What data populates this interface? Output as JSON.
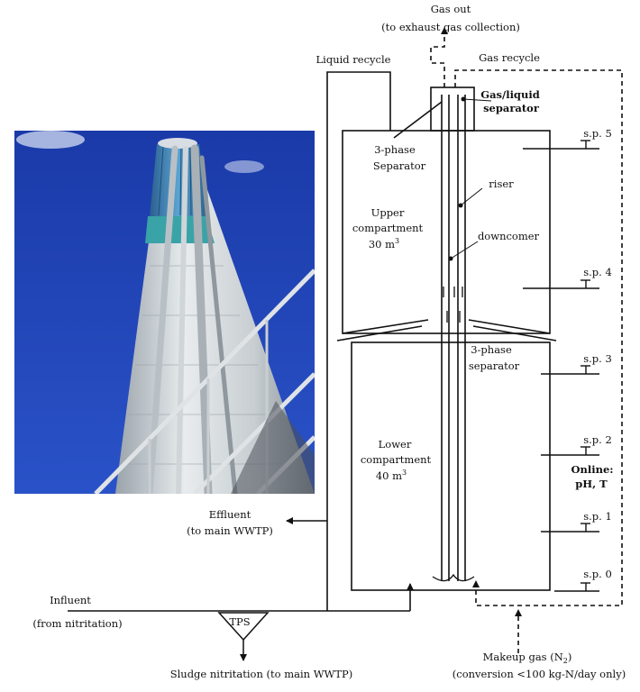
{
  "labels": {
    "gas_out": "Gas out",
    "gas_out_sub": "(to exhaust gas collection)",
    "liquid_recycle": "Liquid recycle",
    "gas_recycle": "Gas recycle",
    "gas_liquid_1": "Gas/liquid",
    "gas_liquid_2": "separator",
    "three_phase_upper_1": "3-phase",
    "three_phase_upper_2": "Separator",
    "riser": "riser",
    "downcomer": "downcomer",
    "upper_1": "Upper",
    "upper_2": "compartment",
    "upper_3": "30 m",
    "three_phase_lower_1": "3-phase",
    "three_phase_lower_2": "separator",
    "lower_1": "Lower",
    "lower_2": "compartment",
    "lower_3": "40 m",
    "cube_sup": "3",
    "effluent": "Effluent",
    "effluent_sub": "(to main WWTP)",
    "online_1": "Online:",
    "online_2": "pH, T",
    "influent": "Influent",
    "influent_sub": "(from nitritation)",
    "tps": "TPS",
    "sludge": "Sludge nitritation (to main WWTP)",
    "makeup_a": "Makeup gas (N",
    "makeup_sub": "2",
    "makeup_b": ")",
    "makeup_note": "(conversion <100 kg-N/day only)"
  },
  "sampling_points": [
    "s.p. 5",
    "s.p. 4",
    "s.p. 3",
    "s.p. 2",
    "s.p. 1",
    "s.p. 0"
  ],
  "colors": {
    "line": "#111111",
    "sky": "#1a3aa8",
    "tank_light": "#d8dcde",
    "tank_top": "#3e86b8",
    "teal_band": "#3aa3a8"
  }
}
